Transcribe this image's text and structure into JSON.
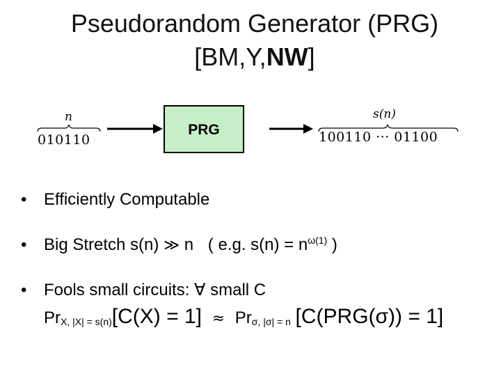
{
  "title": {
    "line1": "Pseudorandom Generator (PRG)",
    "line2_plain": "[BM,Y,",
    "line2_bold": "NW",
    "line2_end": "]"
  },
  "diagram": {
    "input_bits": "010110",
    "input_len": "n",
    "box_label": "PRG",
    "output_bits": "100110 ··· 01100",
    "output_len": "s(n)",
    "box_color": "#c6efc7"
  },
  "bullets": {
    "b1": "Efficiently Computable",
    "b2_main": "Big Stretch s(n)",
    "b2_gg": "≫",
    "b2_n": "n",
    "b2_eg": "( e.g. s(n) = n",
    "b2_sup": "ω(1)",
    "b2_close": ")",
    "b3_line1": "Fools small circuits: ∀ small C",
    "b3_pr1": "Pr",
    "b3_sub1": "X, |X| = s(n)",
    "b3_expr1": "[C(X) = 1]",
    "b3_approx": "≈",
    "b3_pr2": "Pr",
    "b3_sub2": "σ, |σ| = n",
    "b3_expr2": "[C(PRG(σ)) = 1]"
  }
}
